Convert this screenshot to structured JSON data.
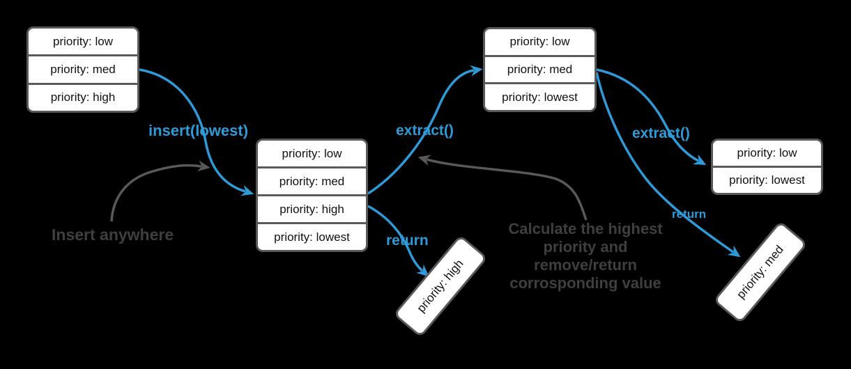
{
  "diagram": {
    "title_hint": "priority queue insert/extract flow",
    "colors": {
      "background": "#000000",
      "accent_blue": "#2E9BD8",
      "border_gray": "#58595B",
      "annotation_gray": "#3F3F3F",
      "box_fill": "#FFFFFF"
    },
    "boxes": {
      "queue_initial": {
        "rows": [
          "priority: low",
          "priority: med",
          "priority: high"
        ]
      },
      "queue_after_insert": {
        "rows": [
          "priority: low",
          "priority: med",
          "priority: high",
          "priority: lowest"
        ]
      },
      "queue_after_extract1": {
        "rows": [
          "priority: low",
          "priority: med",
          "priority: lowest"
        ]
      },
      "queue_after_extract2": {
        "rows": [
          "priority: low",
          "priority: lowest"
        ]
      },
      "returned_value_1": {
        "label": "priority: high"
      },
      "returned_value_2": {
        "label": "priority: med"
      }
    },
    "labels": {
      "insert_lowest": "insert(lowest)",
      "extract_1": "extract()",
      "extract_2": "extract()",
      "return_1": "return",
      "return_2": "return",
      "insert_anywhere": "Insert anywhere",
      "calculate_note": "Calculate the highest\npriority and\nremove/return\ncorrosponding value"
    }
  }
}
